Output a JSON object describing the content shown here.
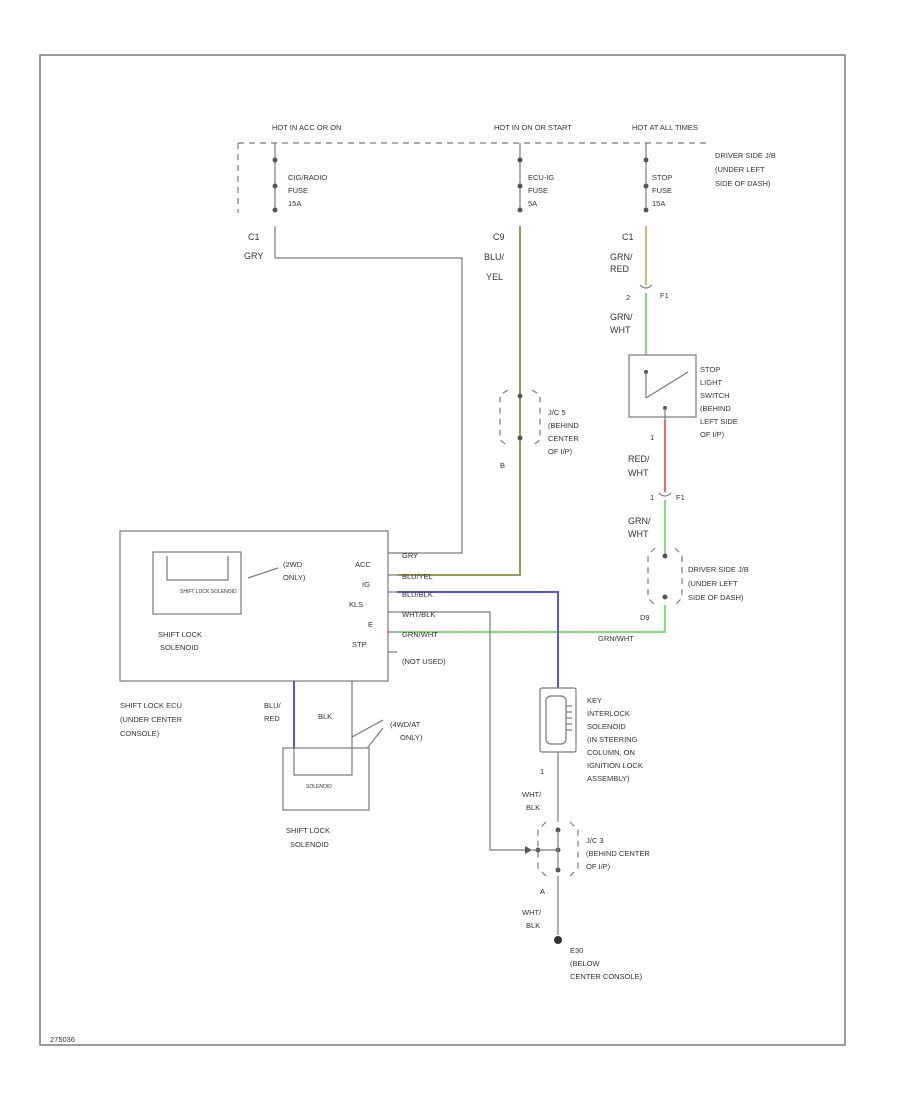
{
  "labels": {
    "hot_acc": "HOT IN ACC OR ON",
    "hot_on": "HOT IN ON OR START",
    "hot_all": "HOT AT ALL TIMES",
    "jb_top_1": "DRIVER SIDE J/B",
    "jb_top_2": "(UNDER LEFT",
    "jb_top_3": "SIDE OF DASH)",
    "fuse1_1": "CIG/RADIO",
    "fuse1_2": "FUSE",
    "fuse1_3": "15A",
    "fuse2_1": "ECU-IG",
    "fuse2_2": "FUSE",
    "fuse2_3": "5A",
    "fuse3_1": "STOP",
    "fuse3_2": "FUSE",
    "fuse3_3": "15A",
    "conn_c1a": "C1",
    "wire_gry": "GRY",
    "conn_c9": "C9",
    "wire_blu": "BLU/",
    "wire_yel": "YEL",
    "conn_c1b": "C1",
    "wire_grn1": "GRN/",
    "wire_red1": "RED",
    "pin_2": "2",
    "conn_f1a": "F1",
    "wire_grn2": "GRN/",
    "wire_wht2": "WHT",
    "stop_sw_1": "STOP",
    "stop_sw_2": "LIGHT",
    "stop_sw_3": "SWITCH",
    "stop_sw_4": "(BEHIND",
    "stop_sw_5": "LEFT SIDE",
    "stop_sw_6": "OF I/P)",
    "pin_1a": "1",
    "wire_red2": "RED/",
    "wire_wht3": "WHT",
    "pin_1b": "1",
    "conn_f1b": "F1",
    "wire_grn3": "GRN/",
    "wire_wht4": "WHT",
    "jb_mid_1": "DRIVER SIDE J/B",
    "jb_mid_2": "(UNDER LEFT",
    "jb_mid_3": "SIDE OF DASH)",
    "conn_d9": "D9",
    "wire_grn_wht": "GRN/WHT",
    "jc5_1": "J/C 5",
    "jc5_2": "(BEHIND",
    "jc5_3": "CENTER",
    "jc5_4": "OF I/P)",
    "pin_b": "B",
    "ecu_pin_acc": "ACC",
    "ecu_pin_ig": "IG",
    "ecu_pin_kls": "KLS",
    "ecu_pin_e": "E",
    "ecu_pin_stp": "STP",
    "ecu_wire_acc": "GRY",
    "ecu_wire_ig": "BLU/YEL",
    "ecu_wire_kls": "BLU/BLK",
    "ecu_wire_e": "WHT/BLK",
    "ecu_wire_stp": "GRN/WHT",
    "not_used": "(NOT USED)",
    "inner_sol": "SHIFT LOCK SOLENOID",
    "inner_sol_1": "SHIFT LOCK",
    "inner_sol_2": "SOLENOID",
    "note_2wd_1": "(2WD",
    "note_2wd_2": "ONLY)",
    "ecu_1": "SHIFT LOCK ECU",
    "ecu_2": "(UNDER CENTER",
    "ecu_3": "CONSOLE)",
    "wire_blu2": "BLU/",
    "wire_red3": "RED",
    "wire_blk1": "BLK",
    "note_4wd_1": "(4WD/AT",
    "note_4wd_2": "ONLY)",
    "sol_4wd_inner": "SOLENOID",
    "sol_4wd_1": "SHIFT LOCK",
    "sol_4wd_2": "SOLENOID",
    "key_1": "KEY",
    "key_2": "INTERLOCK",
    "key_3": "SOLENOID",
    "key_4": "(IN STEERING",
    "key_5": "COLUMN, ON",
    "key_6": "IGNITION LOCK",
    "key_7": "ASSEMBLY)",
    "pin_1c": "1",
    "wire_wht5": "WHT/",
    "wire_blk2": "BLK",
    "jc3_1": "J/C 3",
    "jc3_2": "(BEHIND CENTER",
    "jc3_3": "OF I/P)",
    "pin_a": "A",
    "wire_wht6": "WHT/",
    "wire_blk3": "BLK",
    "gnd_1": "E30",
    "gnd_2": "(BELOW",
    "gnd_3": "CENTER CONSOLE)",
    "fig_id": "275036"
  },
  "colors": {
    "wire_gray": "#7a7a7a",
    "wire_blu_yel": "#9a9a4a",
    "wire_blu_blk": "#5555dd",
    "wire_grn_red": "#e8b070",
    "wire_grn_wht": "#7ae07a",
    "wire_red_wht": "#e86a6a"
  }
}
